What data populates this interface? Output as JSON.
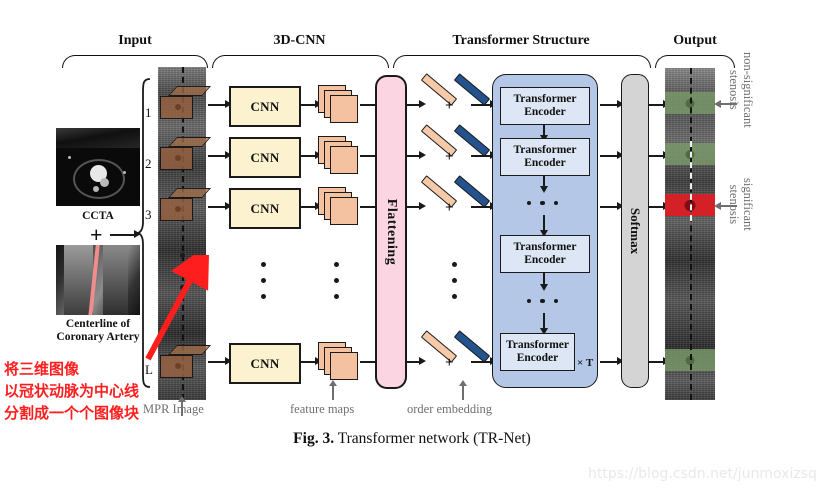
{
  "figure": {
    "caption_prefix": "Fig. 3.",
    "caption_text": "Transformer network (TR-Net)",
    "watermark": "https://blog.csdn.net/junmoxizsq"
  },
  "sections": [
    {
      "id": "input",
      "label": "Input"
    },
    {
      "id": "cnn3d",
      "label": "3D-CNN"
    },
    {
      "id": "transformer",
      "label": "Transformer Structure"
    },
    {
      "id": "output",
      "label": "Output"
    }
  ],
  "input_panel": {
    "ccta_label": "CCTA",
    "plus_symbol": "+",
    "centerline_label_line1": "Centerline of",
    "centerline_label_line2": "Coronary Artery",
    "mpr_label": "MPR Image",
    "patch_indices": [
      "1",
      "2",
      "3",
      "L"
    ],
    "sequence_dots": "⋮"
  },
  "cnn_panel": {
    "cnn_label": "CNN",
    "feature_maps_label": "feature maps",
    "block_count": 4
  },
  "transformer_panel": {
    "flattening_label": "Flattening",
    "order_embedding_label": "order embedding",
    "plus_symbol": "+",
    "encoder_label_line1": "Transformer",
    "encoder_label_line2": "Encoder",
    "encoder_count": 4,
    "repeat_label": "× T",
    "softmax_label": "Softmax"
  },
  "output_panel": {
    "non_significant_label_line1": "non-significant",
    "non_significant_label_line2": "stenosis",
    "significant_label_line1": "significant",
    "significant_label_line2": "stenosis",
    "bands": [
      {
        "type": "non-significant",
        "color": "#7a9b6a"
      },
      {
        "type": "non-significant",
        "color": "#7a9b6a"
      },
      {
        "type": "significant",
        "color": "#d42027"
      },
      {
        "type": "non-significant",
        "color": "#7a9b6a"
      }
    ]
  },
  "annotation": {
    "line1": "将三维图像",
    "line2": "以冠状动脉为中心线",
    "line3": "分割成一个个图像块",
    "color": "#ff1e1e"
  },
  "colors": {
    "cnn_box": "#fdf2cf",
    "feature_map": "#f4c2a0",
    "flattening": "#fbd6e2",
    "embedding_peach": "#f6c9a8",
    "embedding_navy": "#24528c",
    "transformer_block": "#b4c7e7",
    "encoder_box": "#dce6f4",
    "softmax": "#d4d4d4",
    "significant": "#d42027",
    "non_significant": "#7a9b6a"
  }
}
